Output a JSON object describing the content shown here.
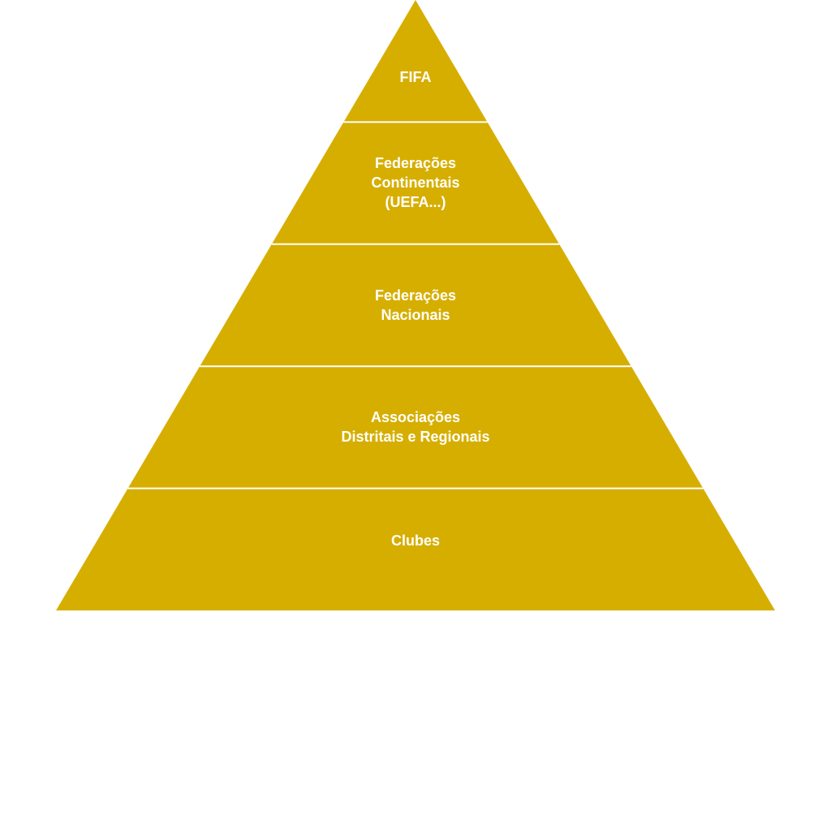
{
  "diagram": {
    "fill_color": "#D6AE00",
    "separator_color": "#ffffff",
    "text_color": "#ffffff",
    "levels": [
      {
        "label": "FIFA"
      },
      {
        "label": "Federações\nContinentais\n(UEFA...)"
      },
      {
        "label": "Federações\nNacionais"
      },
      {
        "label": "Associações\nDistritais e Regionais"
      },
      {
        "label": "Clubes"
      }
    ]
  }
}
